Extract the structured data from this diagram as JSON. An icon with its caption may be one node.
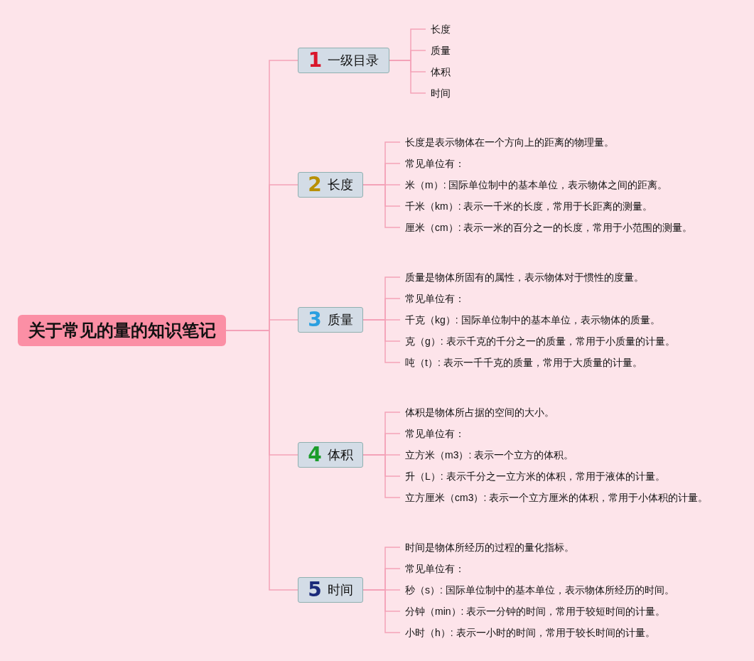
{
  "diagram": {
    "nodes": [
      {
        "text": [
          "关于常见的量的知识笔记"
        ]
      },
      {
        "text": [
          "1",
          "一级目录"
        ]
      },
      {
        "text": [
          "长度"
        ]
      },
      {
        "text": [
          "质量"
        ]
      },
      {
        "text": [
          "体积"
        ]
      },
      {
        "text": [
          "时间"
        ]
      },
      {
        "text": [
          "2",
          "长度"
        ]
      },
      {
        "text": [
          "长度是表示物体在一个方向上的距离的物理量。"
        ]
      },
      {
        "text": [
          "常见单位有："
        ]
      },
      {
        "text": [
          "米（m）: 国际单位制中的基本单位，表示物体之间的距离。"
        ]
      },
      {
        "text": [
          "千米（km）: 表示一千米的长度，常用于长距离的测量。"
        ]
      },
      {
        "text": [
          "厘米（cm）: 表示一米的百分之一的长度，常用于小范围的测量。"
        ]
      },
      {
        "text": [
          "3",
          "质量"
        ]
      },
      {
        "text": [
          "质量是物体所固有的属性，表示物体对于惯性的度量。"
        ]
      },
      {
        "text": [
          "常见单位有："
        ]
      },
      {
        "text": [
          "千克（kg）: 国际单位制中的基本单位，表示物体的质量。"
        ]
      },
      {
        "text": [
          "克（g）: 表示千克的千分之一的质量，常用于小质量的计量。"
        ]
      },
      {
        "text": [
          "吨（t）: 表示一千千克的质量，常用于大质量的计量。"
        ]
      },
      {
        "text": [
          "4",
          "体积"
        ]
      },
      {
        "text": [
          "体积是物体所占据的空间的大小。"
        ]
      },
      {
        "text": [
          "常见单位有："
        ]
      },
      {
        "text": [
          "立方米（m3）: 表示一个立方的体积。"
        ]
      },
      {
        "text": [
          "升（L）: 表示千分之一立方米的体积，常用于液体的计量。"
        ]
      },
      {
        "text": [
          "立方厘米（cm3）: 表示一个立方厘米的体积，常用于小体积的计量。"
        ]
      },
      {
        "text": [
          "5",
          "时间"
        ]
      },
      {
        "text": [
          "时间是物体所经历的过程的量化指标。"
        ]
      },
      {
        "text": [
          "常见单位有："
        ]
      },
      {
        "text": [
          "秒（s）: 国际单位制中的基本单位，表示物体所经历的时间。"
        ]
      },
      {
        "text": [
          "分钟（min）: 表示一分钟的时间，常用于较短时间的计量。"
        ]
      },
      {
        "text": [
          "小时（h）: 表示一小时的时间，常用于较长时间的计量。"
        ]
      }
    ],
    "edges": [
      {
        "from": 0,
        "to": 1,
        "arrow": "none"
      },
      {
        "from": 0,
        "to": 6,
        "arrow": "none"
      },
      {
        "from": 0,
        "to": 12,
        "arrow": "none"
      },
      {
        "from": 0,
        "to": 18,
        "arrow": "none"
      },
      {
        "from": 0,
        "to": 24,
        "arrow": "none"
      },
      {
        "from": 1,
        "to": 2,
        "arrow": "none"
      },
      {
        "from": 1,
        "to": 3,
        "arrow": "none"
      },
      {
        "from": 1,
        "to": 4,
        "arrow": "none"
      },
      {
        "from": 1,
        "to": 5,
        "arrow": "none"
      },
      {
        "from": 6,
        "to": 7,
        "arrow": "none"
      },
      {
        "from": 6,
        "to": 8,
        "arrow": "none"
      },
      {
        "from": 6,
        "to": 9,
        "arrow": "none"
      },
      {
        "from": 6,
        "to": 10,
        "arrow": "none"
      },
      {
        "from": 6,
        "to": 11,
        "arrow": "none"
      },
      {
        "from": 12,
        "to": 13,
        "arrow": "none"
      },
      {
        "from": 12,
        "to": 14,
        "arrow": "none"
      },
      {
        "from": 12,
        "to": 15,
        "arrow": "none"
      },
      {
        "from": 12,
        "to": 16,
        "arrow": "none"
      },
      {
        "from": 12,
        "to": 17,
        "arrow": "none"
      },
      {
        "from": 18,
        "to": 19,
        "arrow": "none"
      },
      {
        "from": 18,
        "to": 20,
        "arrow": "none"
      },
      {
        "from": 18,
        "to": 21,
        "arrow": "none"
      },
      {
        "from": 18,
        "to": 22,
        "arrow": "none"
      },
      {
        "from": 18,
        "to": 23,
        "arrow": "none"
      },
      {
        "from": 24,
        "to": 25,
        "arrow": "none"
      },
      {
        "from": 24,
        "to": 26,
        "arrow": "none"
      },
      {
        "from": 24,
        "to": 27,
        "arrow": "none"
      },
      {
        "from": 24,
        "to": 28,
        "arrow": "none"
      },
      {
        "from": 24,
        "to": 29,
        "arrow": "none"
      }
    ]
  }
}
